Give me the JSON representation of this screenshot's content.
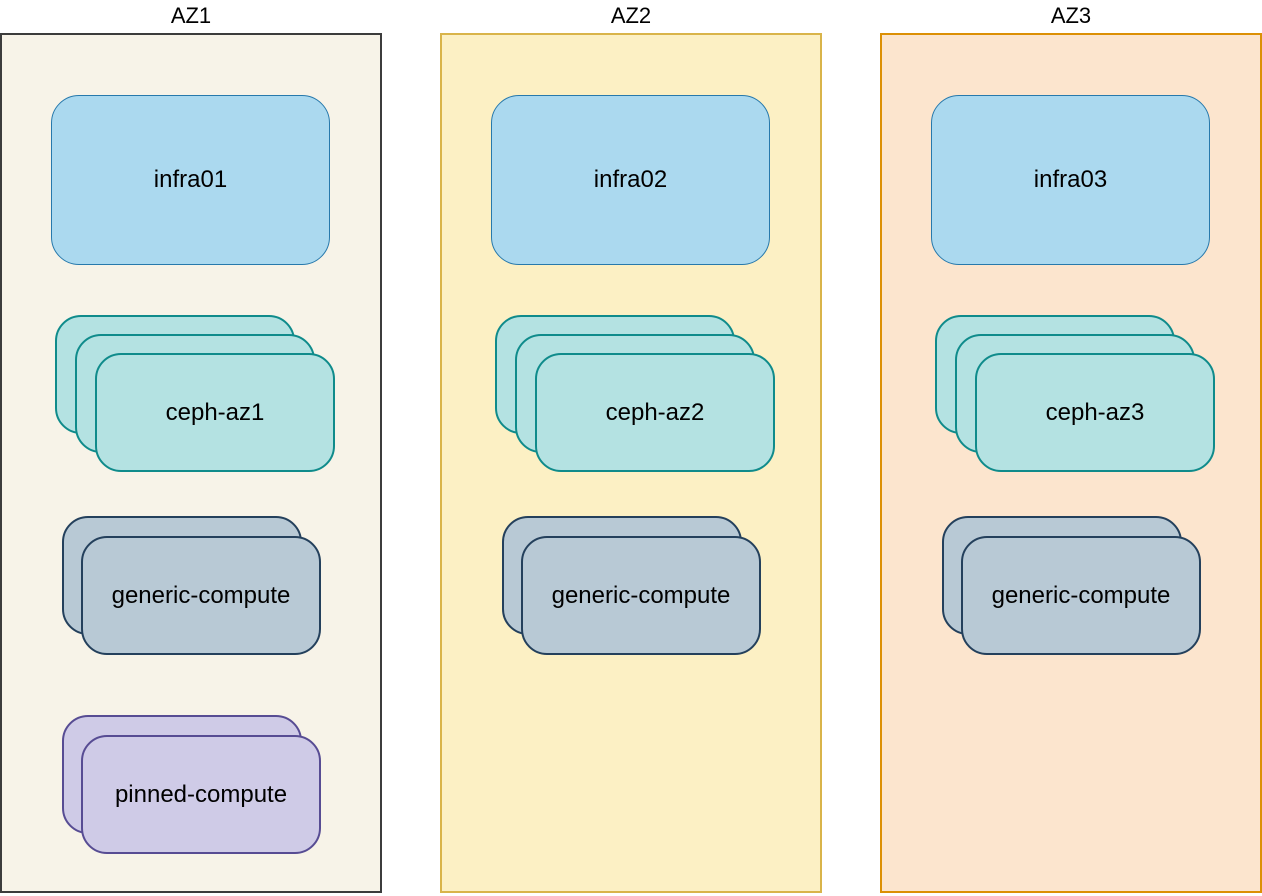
{
  "diagram": {
    "type": "availability-zone-topology",
    "columns": [
      {
        "title": "AZ1",
        "colors": {
          "background": "#F7F3E8",
          "border": "#3C3C3C"
        },
        "nodes": {
          "infra": {
            "label": "infra01",
            "stack_count": 1
          },
          "ceph": {
            "label": "ceph-az1",
            "stack_count": 3
          },
          "generic": {
            "label": "generic-compute",
            "stack_count": 2
          },
          "pinned": {
            "label": "pinned-compute",
            "stack_count": 2
          }
        }
      },
      {
        "title": "AZ2",
        "colors": {
          "background": "#FCF0C4",
          "border": "#D9B44A"
        },
        "nodes": {
          "infra": {
            "label": "infra02",
            "stack_count": 1
          },
          "ceph": {
            "label": "ceph-az2",
            "stack_count": 3
          },
          "generic": {
            "label": "generic-compute",
            "stack_count": 2
          }
        }
      },
      {
        "title": "AZ3",
        "colors": {
          "background": "#FCE5CE",
          "border": "#DC9005"
        },
        "nodes": {
          "infra": {
            "label": "infra03",
            "stack_count": 1
          },
          "ceph": {
            "label": "ceph-az3",
            "stack_count": 3
          },
          "generic": {
            "label": "generic-compute",
            "stack_count": 2
          }
        }
      }
    ],
    "node_styles": {
      "infra": {
        "fill": "#ABD9EF",
        "border": "#2779AC"
      },
      "ceph": {
        "fill": "#B4E2E2",
        "border": "#0F8B8B"
      },
      "generic": {
        "fill": "#B8C9D5",
        "border": "#24405C"
      },
      "pinned": {
        "fill": "#CFCBE7",
        "border": "#574C93"
      }
    },
    "text_color": "#000000"
  }
}
